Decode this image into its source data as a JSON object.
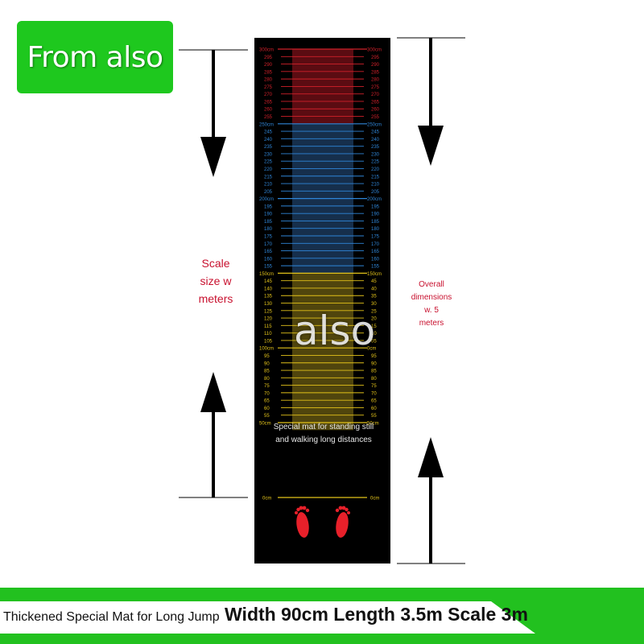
{
  "badge": {
    "text": "From also",
    "color": "#1ec81e"
  },
  "left_label": [
    "Scale",
    "size w",
    "meters"
  ],
  "right_label": [
    "Overall",
    "dimensions",
    "w. 5",
    "meters"
  ],
  "watermark": "also",
  "mat": {
    "background": "#000000",
    "caption": [
      "Special mat for standing still",
      "and walking long distances"
    ],
    "zero_label": "0cm",
    "colors": {
      "red": "#d0202a",
      "blue": "#2f86d8",
      "yellow": "#e2c21a",
      "zero": "#e2c21a",
      "footprint": "#e8202a"
    },
    "scale_left": [
      {
        "label": "300cm",
        "color": "red"
      },
      {
        "label": "295",
        "color": "red"
      },
      {
        "label": "290",
        "color": "red"
      },
      {
        "label": "285",
        "color": "red"
      },
      {
        "label": "280",
        "color": "red"
      },
      {
        "label": "275",
        "color": "red"
      },
      {
        "label": "270",
        "color": "red"
      },
      {
        "label": "265",
        "color": "red"
      },
      {
        "label": "260",
        "color": "red"
      },
      {
        "label": "255",
        "color": "red"
      },
      {
        "label": "250cm",
        "color": "blue"
      },
      {
        "label": "245",
        "color": "blue"
      },
      {
        "label": "240",
        "color": "blue"
      },
      {
        "label": "235",
        "color": "blue"
      },
      {
        "label": "230",
        "color": "blue"
      },
      {
        "label": "225",
        "color": "blue"
      },
      {
        "label": "220",
        "color": "blue"
      },
      {
        "label": "215",
        "color": "blue"
      },
      {
        "label": "210",
        "color": "blue"
      },
      {
        "label": "205",
        "color": "blue"
      },
      {
        "label": "200cm",
        "color": "blue"
      },
      {
        "label": "195",
        "color": "blue"
      },
      {
        "label": "190",
        "color": "blue"
      },
      {
        "label": "185",
        "color": "blue"
      },
      {
        "label": "180",
        "color": "blue"
      },
      {
        "label": "175",
        "color": "blue"
      },
      {
        "label": "170",
        "color": "blue"
      },
      {
        "label": "165",
        "color": "blue"
      },
      {
        "label": "160",
        "color": "blue"
      },
      {
        "label": "155",
        "color": "blue"
      },
      {
        "label": "150cm",
        "color": "yellow"
      },
      {
        "label": "145",
        "color": "yellow"
      },
      {
        "label": "140",
        "color": "yellow"
      },
      {
        "label": "135",
        "color": "yellow"
      },
      {
        "label": "130",
        "color": "yellow"
      },
      {
        "label": "125",
        "color": "yellow"
      },
      {
        "label": "120",
        "color": "yellow"
      },
      {
        "label": "115",
        "color": "yellow"
      },
      {
        "label": "110",
        "color": "yellow"
      },
      {
        "label": "105",
        "color": "yellow"
      },
      {
        "label": "100cm",
        "color": "yellow"
      },
      {
        "label": "95",
        "color": "yellow"
      },
      {
        "label": "90",
        "color": "yellow"
      },
      {
        "label": "85",
        "color": "yellow"
      },
      {
        "label": "80",
        "color": "yellow"
      },
      {
        "label": "75",
        "color": "yellow"
      },
      {
        "label": "70",
        "color": "yellow"
      },
      {
        "label": "65",
        "color": "yellow"
      },
      {
        "label": "60",
        "color": "yellow"
      },
      {
        "label": "55",
        "color": "yellow"
      },
      {
        "label": "50cm",
        "color": "yellow"
      }
    ],
    "scale_right": [
      "300cm",
      "295",
      "290",
      "285",
      "280",
      "275",
      "270",
      "265",
      "260",
      "255",
      "250cm",
      "245",
      "240",
      "235",
      "230",
      "225",
      "220",
      "215",
      "210",
      "205",
      "200cm",
      "195",
      "190",
      "185",
      "180",
      "175",
      "170",
      "165",
      "160",
      "155",
      "150cm",
      "45",
      "40",
      "35",
      "30",
      "25",
      "20",
      "15",
      "10",
      "05",
      "0cm",
      "95",
      "90",
      "85",
      "80",
      "75",
      "70",
      "65",
      "60",
      "55",
      "50cm"
    ]
  },
  "banner": {
    "small_text": "Thickened Special Mat for Long Jump",
    "big_text": "Width 90cm Length 3.5m Scale 3m",
    "color": "#22c11f"
  }
}
